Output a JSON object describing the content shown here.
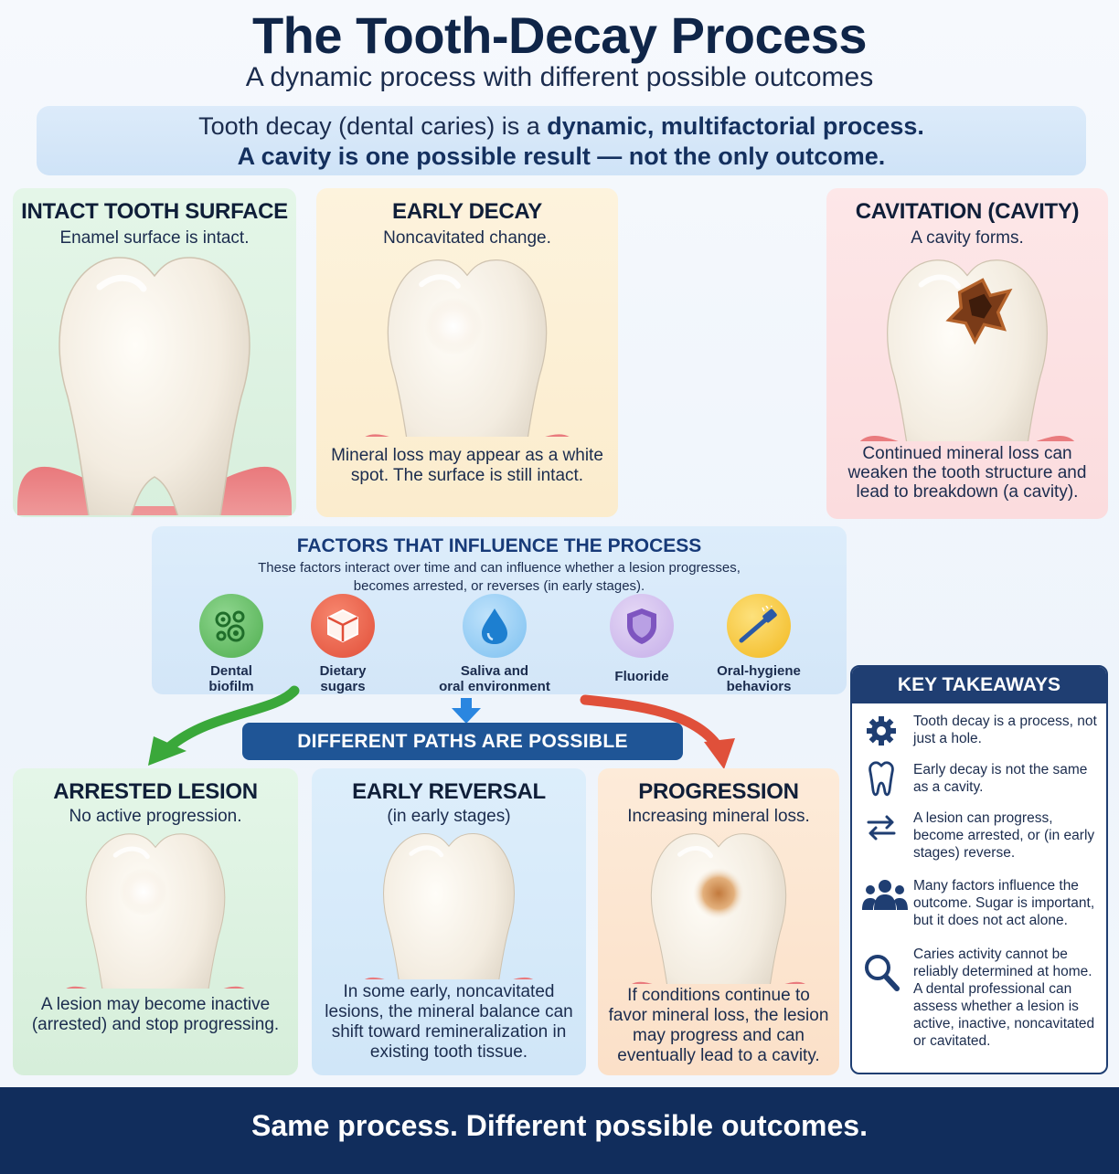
{
  "header": {
    "title": "The Tooth-Decay Process",
    "subtitle": "A dynamic process with different possible outcomes"
  },
  "intro": {
    "line1_plain": "Tooth decay (dental caries) is a ",
    "line1_bold": "dynamic, multifactorial process.",
    "line2": "A cavity is one possible result — not the only outcome."
  },
  "stages": {
    "intact": {
      "title": "INTACT TOOTH SURFACE",
      "subtitle": "Enamel surface is intact.",
      "description": ""
    },
    "early": {
      "title": "EARLY DECAY",
      "subtitle": "Noncavitated change.",
      "description": "Mineral loss may appear as a white spot. The surface is still intact."
    },
    "cavitation": {
      "title": "CAVITATION (CAVITY)",
      "subtitle": "A cavity forms.",
      "description": "Continued mineral loss can weaken the tooth structure and lead to breakdown (a cavity)."
    }
  },
  "factors": {
    "title": "FACTORS THAT INFLUENCE THE PROCESS",
    "subtitle_1": "These factors interact over time and can influence whether a lesion progresses,",
    "subtitle_2": "becomes arrested, or reverses (in early stages).",
    "items": [
      {
        "label_1": "Dental",
        "label_2": "biofilm",
        "icon": "biofilm-icon",
        "color": "#5cb85c"
      },
      {
        "label_1": "Dietary",
        "label_2": "sugars",
        "icon": "sugar-cube-icon",
        "color": "#e8543f"
      },
      {
        "label_1": "Saliva and",
        "label_2": "oral environment",
        "icon": "water-drop-icon",
        "color": "#2f8fd8"
      },
      {
        "label_1": "Fluoride",
        "label_2": "",
        "icon": "shield-icon",
        "color": "#8a63c8"
      },
      {
        "label_1": "Oral-hygiene",
        "label_2": "behaviors",
        "icon": "toothbrush-icon",
        "color": "#f2b81f"
      }
    ]
  },
  "paths_banner": "DIFFERENT PATHS ARE POSSIBLE",
  "outcomes": {
    "arrested": {
      "title": "ARRESTED LESION",
      "subtitle": "No active progression.",
      "description": "A lesion may become inactive (arrested) and stop progressing."
    },
    "reversal": {
      "title": "EARLY REVERSAL",
      "subtitle": "(in early stages)",
      "description": "In some early, noncavitated lesions, the mineral balance can shift toward remineralization in existing tooth tissue."
    },
    "progression": {
      "title": "PROGRESSION",
      "subtitle": "Increasing mineral loss.",
      "description": "If conditions continue to favor mineral loss, the lesion may progress and can eventually lead to a cavity."
    }
  },
  "takeaways": {
    "title": "KEY TAKEAWAYS",
    "items": [
      {
        "icon": "gear-icon",
        "text": "Tooth decay is a process, not just a hole."
      },
      {
        "icon": "tooth-icon",
        "text": "Early decay is not the same as a cavity."
      },
      {
        "icon": "swap-arrows-icon",
        "text": "A lesion can progress, become arrested, or (in early stages) reverse."
      },
      {
        "icon": "people-icon",
        "text": "Many factors influence the outcome. Sugar is important, but it does not act alone."
      },
      {
        "icon": "magnifier-icon",
        "text": "Caries activity cannot be reliably determined at home. A dental professional can assess whether a lesion is active, inactive, noncavitated or cavitated."
      }
    ]
  },
  "footer": "Same process. Different possible outcomes.",
  "colors": {
    "navy": "#112d5c",
    "banner_blue": "#1f5596",
    "green_arrow": "#3aa83a",
    "blue_arrow": "#2a86e0",
    "red_arrow": "#e0503a"
  }
}
